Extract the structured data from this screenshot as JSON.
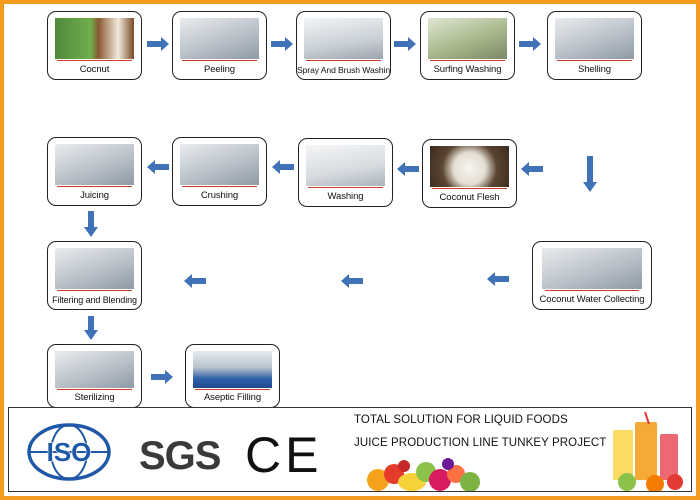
{
  "steps": [
    {
      "id": "coconut",
      "label": "Cocnut"
    },
    {
      "id": "peeling",
      "label": "Peeling"
    },
    {
      "id": "spray-brush-washing",
      "label": "Spray And Brush Washing"
    },
    {
      "id": "surfing-washing",
      "label": "Surfing Washing"
    },
    {
      "id": "shelling",
      "label": "Shelling"
    },
    {
      "id": "coconut-flesh",
      "label": "Coconut Flesh"
    },
    {
      "id": "washing",
      "label": "Washing"
    },
    {
      "id": "crushing",
      "label": "Crushing"
    },
    {
      "id": "juicing",
      "label": "Juicing"
    },
    {
      "id": "coconut-water-collecting",
      "label": "Coconut Water Collecting"
    },
    {
      "id": "filtering-blending",
      "label": "Filtering and Blending"
    },
    {
      "id": "sterilizing",
      "label": "Sterilizing"
    },
    {
      "id": "aseptic-filling",
      "label": "Aseptic Filling"
    }
  ],
  "footer": {
    "line1": "TOTAL SOLUTION FOR LIQUID FOODS",
    "line2": "JUICE PRODUCTION LINE TUNKEY PROJECT",
    "iso": "ISO",
    "sgs": "SGS",
    "ce": "CE"
  },
  "colors": {
    "frame": "#f39a1f",
    "arrow": "#3f72b6",
    "iso_blue": "#1f58a6",
    "sgs_gray": "#3a3a3a"
  },
  "icons": [
    "coconut-icon",
    "fruit-pile-icon",
    "juice-glasses-icon"
  ]
}
